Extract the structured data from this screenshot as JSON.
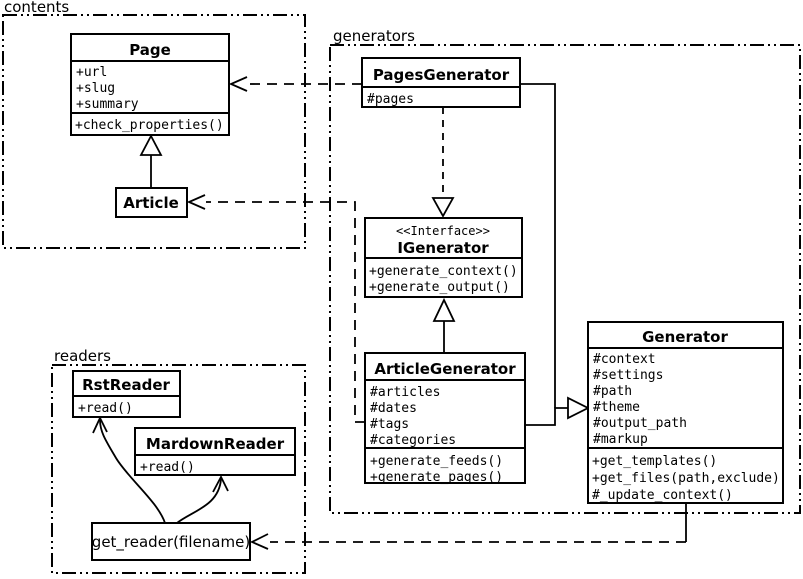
{
  "packages": {
    "contents": "contents",
    "generators": "generators",
    "readers": "readers"
  },
  "classes": {
    "page": {
      "name": "Page",
      "attrs": [
        "+url",
        "+slug",
        "+summary"
      ],
      "methods": [
        "+check_properties()"
      ]
    },
    "article": {
      "name": "Article"
    },
    "pagesGenerator": {
      "name": "PagesGenerator",
      "attrs": [
        "#pages"
      ]
    },
    "iGenerator": {
      "stereotype": "<<Interface>>",
      "name": "IGenerator",
      "methods": [
        "+generate_context()",
        "+generate_output()"
      ]
    },
    "articleGenerator": {
      "name": "ArticleGenerator",
      "attrs": [
        "#articles",
        "#dates",
        "#tags",
        "#categories"
      ],
      "methods": [
        "+generate_feeds()",
        "+generate_pages()"
      ]
    },
    "generator": {
      "name": "Generator",
      "attrs": [
        "#context",
        "#settings",
        "#path",
        "#theme",
        "#output_path",
        "#markup"
      ],
      "methods": [
        "+get_templates()",
        "+get_files(path,exclude)",
        "#_update_context()"
      ]
    },
    "rstReader": {
      "name": "RstReader",
      "methods": [
        "+read()"
      ]
    },
    "mardownReader": {
      "name": "MardownReader",
      "methods": [
        "+read()"
      ]
    },
    "getReader": {
      "label": "get_reader(filename)"
    }
  },
  "colors": {
    "line": "#000000",
    "background": "#ffffff",
    "box_fill": "#ffffff"
  }
}
